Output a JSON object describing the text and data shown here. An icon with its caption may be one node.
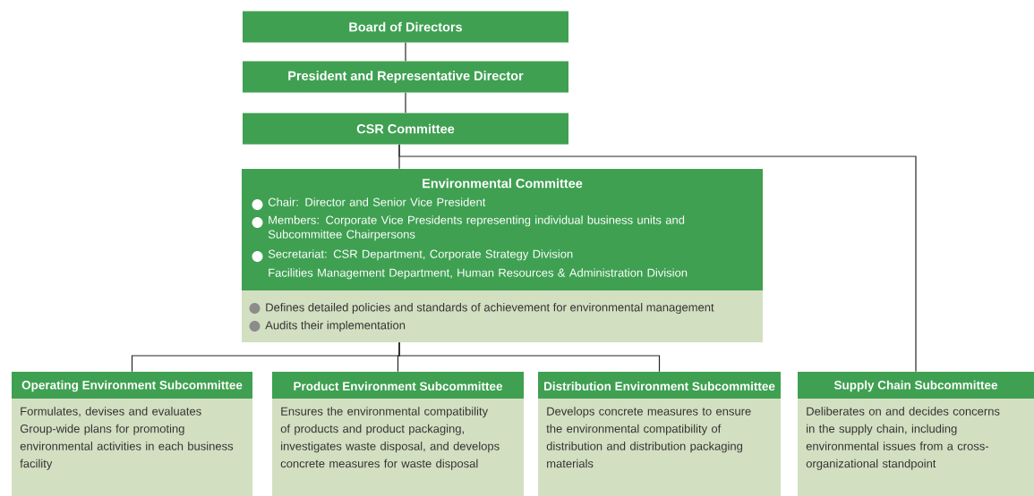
{
  "diagram": {
    "nodes": [
      {
        "text": [
          "Board of Directors"
        ]
      },
      {
        "text": [
          "President and Representative Director"
        ]
      },
      {
        "text": [
          "CSR Committee"
        ]
      },
      {
        "text": [
          "Environmental Committee",
          "Chair: Director and Senior Vice President",
          "Members: Corporate Vice Presidents representing individual business units and Subcommittee Chairpersons",
          "Secretariat: CSR Department, Corporate Strategy Division",
          "Facilities Management Department, Human Resources & Administration Division",
          "Defines detailed policies and standards of achievement for environmental management",
          "Audits their implementation"
        ]
      },
      {
        "text": [
          "Operating Environment Subcommittee",
          "Formulates, devises and evaluates Group-wide plans for promoting environmental activities in each business facility"
        ]
      },
      {
        "text": [
          "Product Environment Subcommittee",
          "Ensures the environmental compatibility of products and product packaging, investigates waste disposal, and develops concrete measures for waste disposal"
        ]
      },
      {
        "text": [
          "Distribution Environment Subcommittee",
          "Develops concrete measures to ensure the environmental compatibility of distribution and distribution packaging materials"
        ]
      },
      {
        "text": [
          "Supply Chain Subcommittee",
          "Deliberates on and decides concerns in the supply chain, including environmental issues from a cross-organizational standpoint"
        ]
      }
    ],
    "edges": [
      {
        "from": 0,
        "to": 1,
        "arrow": "none"
      },
      {
        "from": 1,
        "to": 2,
        "arrow": "none"
      },
      {
        "from": 2,
        "to": 3,
        "arrow": "none"
      },
      {
        "from": 2,
        "to": 7,
        "arrow": "none"
      },
      {
        "from": 3,
        "to": 4,
        "arrow": "none"
      },
      {
        "from": 3,
        "to": 5,
        "arrow": "none"
      },
      {
        "from": 3,
        "to": 6,
        "arrow": "none"
      }
    ]
  }
}
